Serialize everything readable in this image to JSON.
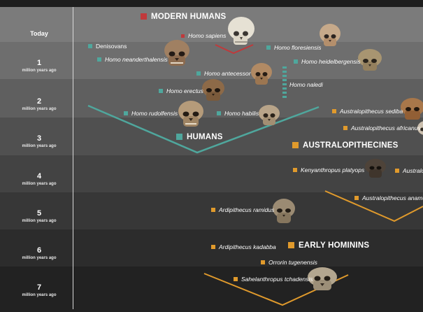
{
  "timeline": {
    "rows": [
      {
        "value": "Today",
        "unit": ""
      },
      {
        "value": "1",
        "unit": "million years ago"
      },
      {
        "value": "2",
        "unit": "million years ago"
      },
      {
        "value": "3",
        "unit": "million years ago"
      },
      {
        "value": "4",
        "unit": "million years ago"
      },
      {
        "value": "5",
        "unit": "million years ago"
      },
      {
        "value": "6",
        "unit": "million years ago"
      },
      {
        "value": "7",
        "unit": "million years ago"
      }
    ]
  },
  "groups": {
    "modern_humans": "MODERN HUMANS",
    "humans": "HUMANS",
    "australopithecines": "AUSTRALOPITHECINES",
    "early_hominins": "EARLY HOMININS"
  },
  "species": {
    "homo_sapiens": "Homo sapiens",
    "denisovans": "Denisovans",
    "homo_neanderthalensis": "Homo neanderthalensis",
    "homo_floresiensis": "Homo floresiensis",
    "homo_heidelbergensis": "Homo heidelbergensis",
    "homo_antecessor": "Homo antecessor",
    "homo_naledi": "Homo naledi",
    "homo_erectus": "Homo erectus",
    "homo_rudolfensis": "Homo rudolfensis",
    "homo_habilis": "Homo habilis",
    "australopithecus_sediba": "Australopithecus sediba",
    "australopithecus_africanus": "Australopithecus africanus",
    "kenyanthropus_platyops": "Kenyanthropus platyops",
    "australopithecus_afarensis": "Australop",
    "australopithecus_anamensis": "Australopithecus anamensis",
    "ardipithecus_ramidus": "Ardipithecus ramidus",
    "ardipithecus_kadabba": "Ardipithecus kadabba",
    "orrorin_tugenensis": "Orrorin tugenensis",
    "sahelanthropus_tchadensis": "Sahelanthropus tchadensis"
  },
  "colors": {
    "humans": "#4fa79d",
    "australopithecines": "#e09a2c",
    "modern_humans": "#c0393b",
    "band_light": "#7d7d7d",
    "band_dark": "#1e1e1e"
  }
}
